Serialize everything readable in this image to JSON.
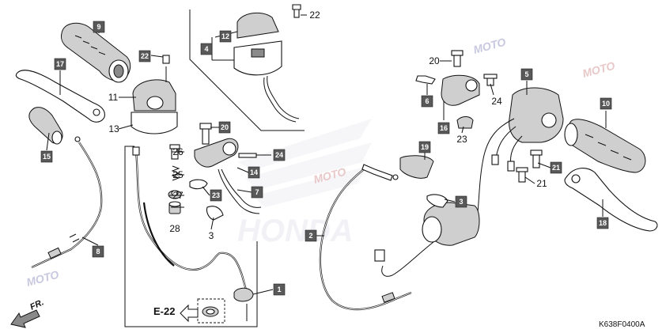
{
  "diagram_code": "K638F0400A",
  "reference": {
    "label": "E-22"
  },
  "direction_marker": {
    "label": "FR."
  },
  "watermark": {
    "text": "MOTO"
  },
  "background_logo": {
    "text": "HONDA"
  },
  "callouts": [
    {
      "id": "c9",
      "label": "9",
      "style": "box"
    },
    {
      "id": "c17",
      "label": "17",
      "style": "box"
    },
    {
      "id": "c22a",
      "label": "22",
      "style": "box"
    },
    {
      "id": "c11",
      "label": "11",
      "style": "plain"
    },
    {
      "id": "c13",
      "label": "13",
      "style": "plain"
    },
    {
      "id": "c15",
      "label": "15",
      "style": "box"
    },
    {
      "id": "c12",
      "label": "12",
      "style": "box"
    },
    {
      "id": "c4",
      "label": "4",
      "style": "box"
    },
    {
      "id": "c22b",
      "label": "22",
      "style": "plain"
    },
    {
      "id": "c20a",
      "label": "20",
      "style": "box"
    },
    {
      "id": "c26",
      "label": "26",
      "style": "plain"
    },
    {
      "id": "c25",
      "label": "25",
      "style": "plain"
    },
    {
      "id": "c27",
      "label": "27",
      "style": "plain"
    },
    {
      "id": "c28",
      "label": "28",
      "style": "plain"
    },
    {
      "id": "c24a",
      "label": "24",
      "style": "box"
    },
    {
      "id": "c14",
      "label": "14",
      "style": "box"
    },
    {
      "id": "c7",
      "label": "7",
      "style": "box"
    },
    {
      "id": "c23a",
      "label": "23",
      "style": "box"
    },
    {
      "id": "c3a",
      "label": "3",
      "style": "plain"
    },
    {
      "id": "c8",
      "label": "8",
      "style": "box"
    },
    {
      "id": "c1",
      "label": "1",
      "style": "box"
    },
    {
      "id": "c2",
      "label": "2",
      "style": "box"
    },
    {
      "id": "c19",
      "label": "19",
      "style": "box"
    },
    {
      "id": "c3b",
      "label": "3",
      "style": "box"
    },
    {
      "id": "c20b",
      "label": "20",
      "style": "plain"
    },
    {
      "id": "c6",
      "label": "6",
      "style": "box"
    },
    {
      "id": "c16",
      "label": "16",
      "style": "box"
    },
    {
      "id": "c23b",
      "label": "23",
      "style": "plain"
    },
    {
      "id": "c24b",
      "label": "24",
      "style": "plain"
    },
    {
      "id": "c5",
      "label": "5",
      "style": "box"
    },
    {
      "id": "c10",
      "label": "10",
      "style": "box"
    },
    {
      "id": "c21a",
      "label": "21",
      "style": "box"
    },
    {
      "id": "c21b",
      "label": "21",
      "style": "plain"
    },
    {
      "id": "c18",
      "label": "18",
      "style": "box"
    }
  ]
}
